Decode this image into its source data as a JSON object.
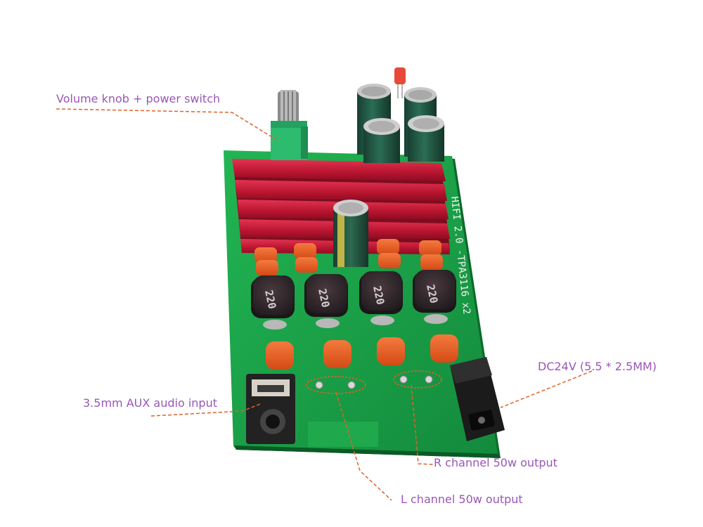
{
  "callouts": {
    "volume": "Volume knob + power switch",
    "dc_input": "DC24V (5.5 * 2.5MM)",
    "aux_input": "3.5mm AUX audio input",
    "r_output": "R channel 50w output",
    "l_output": "L channel 50w output"
  },
  "board": {
    "silkscreen": "HIFI 2.0 -TPA3116 x2",
    "inductor_marking": "220"
  },
  "colors": {
    "pcb": "#1aa64a",
    "heatsink": "#c41a3a",
    "capacitor_body": "#1f5a45",
    "film_caps": "#ee5a22",
    "callout_text": "#9a56b8",
    "leader_line": "#e0622a"
  }
}
